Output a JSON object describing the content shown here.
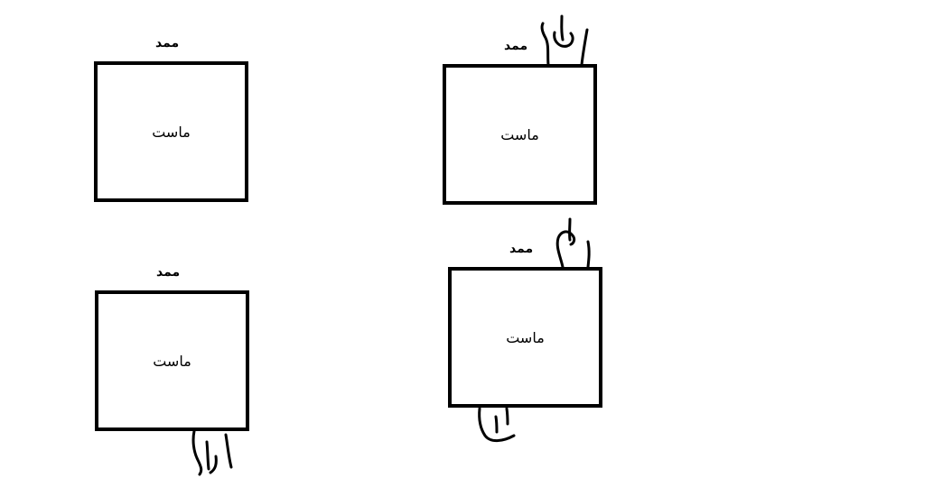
{
  "boxes": [
    {
      "label": "ماست",
      "caption": "ممد"
    },
    {
      "label": "ماست",
      "caption": "ممد"
    },
    {
      "label": "ماست",
      "caption": "ممد"
    },
    {
      "label": "ماست",
      "caption": "ممد"
    }
  ],
  "doodles": [
    {
      "icon": "hand-icon",
      "position": "top",
      "box": 2
    },
    {
      "icon": "hand-icon",
      "position": "top",
      "box": 4
    },
    {
      "icon": "hand-icon",
      "position": "bottom",
      "box": 3
    },
    {
      "icon": "hand-icon",
      "position": "bottom",
      "box": 4
    }
  ],
  "colors": {
    "background": "#ffffff",
    "ink": "#000000"
  }
}
